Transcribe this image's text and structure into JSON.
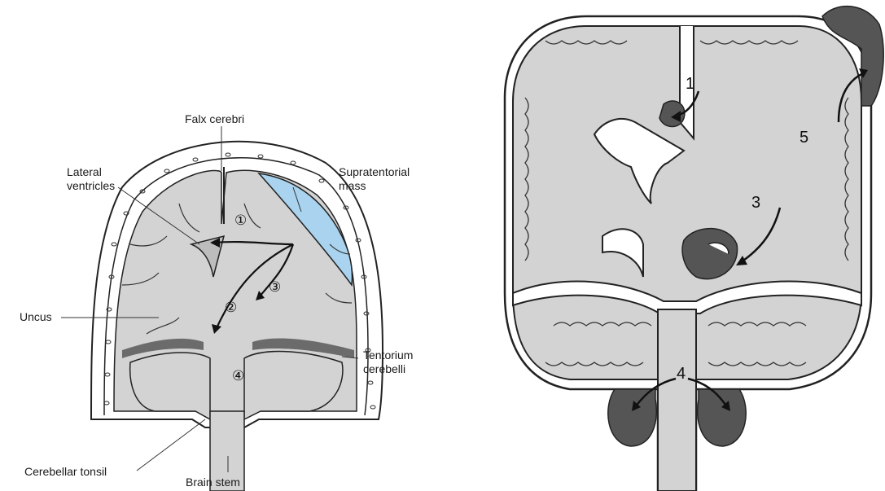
{
  "left_figure": {
    "labels": {
      "falx_cerebri": "Falx cerebri",
      "lateral_ventricles_1": "Lateral",
      "lateral_ventricles_2": "ventricles",
      "supratentorial_1": "Supratentorial",
      "supratentorial_2": "mass",
      "uncus": "Uncus",
      "tentorium_1": "Tentorium",
      "tentorium_2": "cerebelli",
      "cerebellar_tonsil": "Cerebellar tonsil",
      "brain_stem": "Brain stem"
    },
    "markers": [
      "①",
      "②",
      "③",
      "④"
    ]
  },
  "right_figure": {
    "markers": [
      "1",
      "3",
      "4",
      "5"
    ]
  },
  "colors": {
    "brain_fill": "#d3d3d3",
    "mass_fill": "#a9d3ee",
    "herniation_fill": "#555555",
    "outline": "#222222"
  }
}
